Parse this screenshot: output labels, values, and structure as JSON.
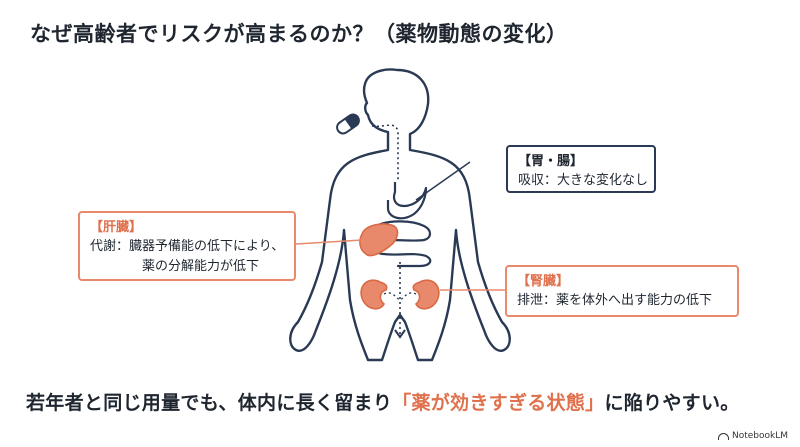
{
  "title": "なぜ高齢者でリスクが高まるのか？（薬物動態の変化）",
  "colors": {
    "accent": "#e0714d",
    "navy": "#2a3a55"
  },
  "stomach_box": {
    "heading": "【胃・腸】",
    "line1": "吸収：大きな変化なし"
  },
  "liver_box": {
    "heading": "【肝臓】",
    "line1": "代謝：臓器予備能の低下により、",
    "line2": "薬の分解能力が低下"
  },
  "kidney_box": {
    "heading": "【腎臓】",
    "line1": "排泄：薬を体外へ出す能力の低下"
  },
  "footer": {
    "pre": "若年者と同じ用量でも、体内に長く留まり",
    "emphasis": "「薬が効きすぎる状態」",
    "post": "に陥りやすい。"
  },
  "brand": {
    "label": "NotebookLM"
  }
}
